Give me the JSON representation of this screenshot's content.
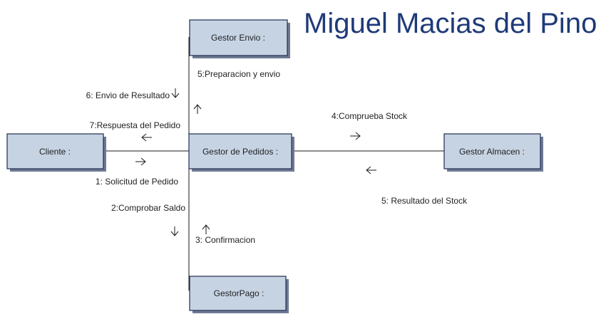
{
  "title": "Miguel Macias del Pino",
  "objects": {
    "cliente": "Cliente :",
    "gestor_pedidos": "Gestor de Pedidos :",
    "gestor_envio": "Gestor Envio :",
    "gestor_almacen": "Gestor Almacen :",
    "gestor_pago": "GestorPago :"
  },
  "messages": {
    "m1": "1: Solicitud de Pedido",
    "m2": "2:Comprobar Saldo",
    "m3": "3: Confirmacion",
    "m4": "4:Comprueba Stock",
    "m5a": "5:Preparacion y envio",
    "m5b": "5: Resultado del Stock",
    "m6": "6: Envio de Resultado",
    "m7": "7:Respuesta del Pedido"
  },
  "colors": {
    "title": "#1f3a78",
    "box_fill": "#c6d3e3",
    "box_border": "#1f2d52"
  }
}
